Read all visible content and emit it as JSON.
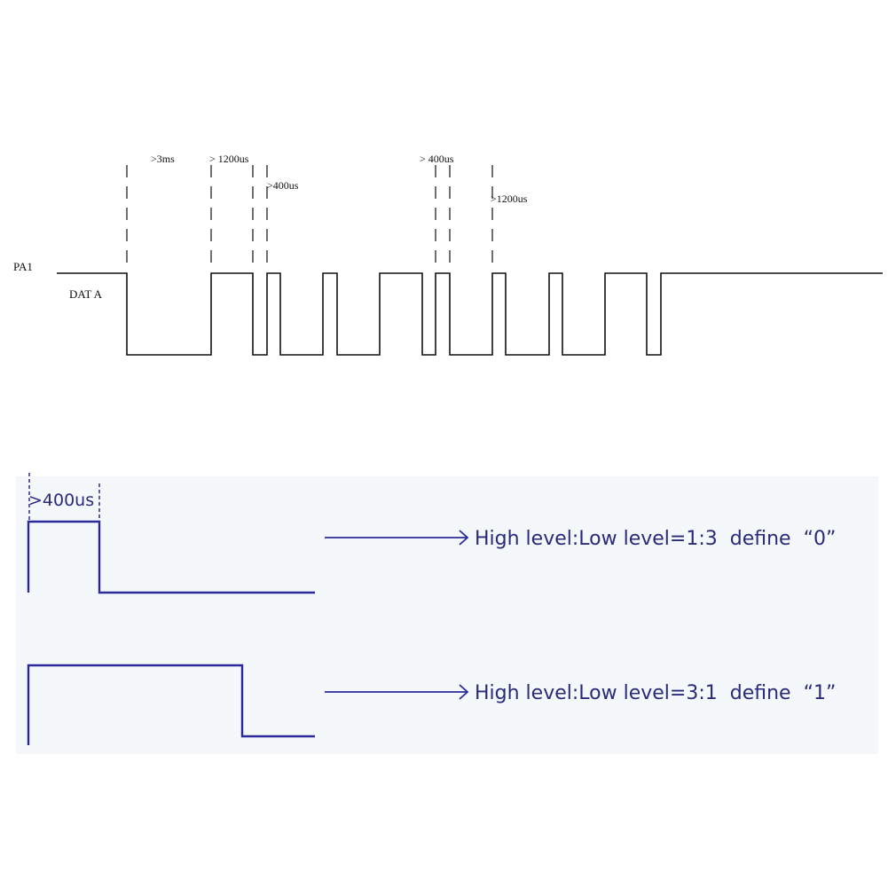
{
  "top_diagram": {
    "signal_label": "PA1",
    "data_label": "DAT A",
    "annotations": {
      "start": ">3ms",
      "first_high": "> 1200us",
      "first_low": ">400us",
      "mid_high": "> 400us",
      "mid_low": ">1200us"
    }
  },
  "legend": {
    "pulse_label": ">400us",
    "bit0_text": "High level:Low level=1:3  define  “0”",
    "bit1_text": "High level:Low level=3:1  define  “1”"
  },
  "colors": {
    "waveform": "#111111",
    "legend_line": "#2a2a9a",
    "legend_text": "#2a2a7a",
    "legend_bg": "#f5f8fb"
  }
}
